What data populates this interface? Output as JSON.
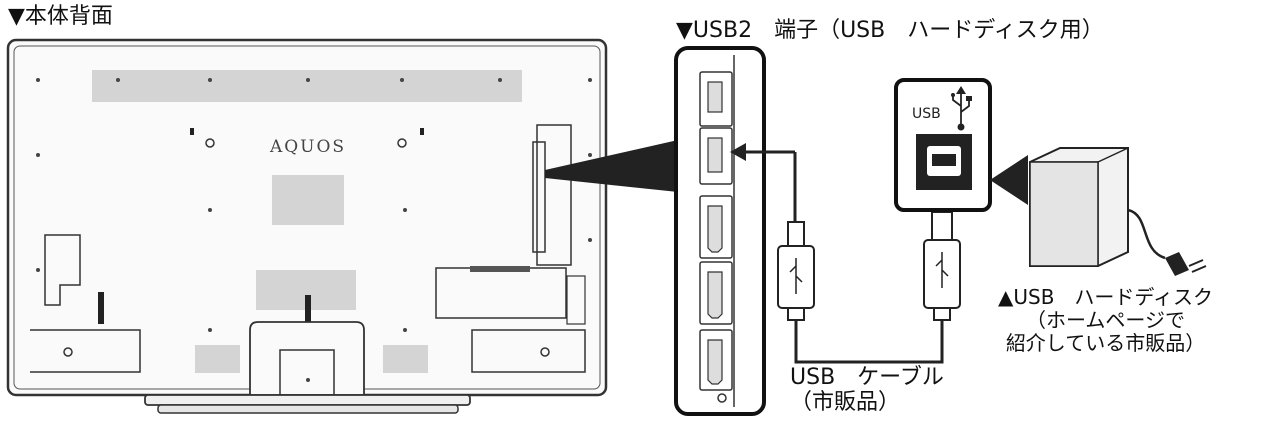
{
  "captions": {
    "tv_back": "▼本体背面",
    "usb_port": "▼USB2　端子（USB　ハードディスク用）",
    "hdd_line1": "▲USB　ハードディスク",
    "hdd_line2": "（ホームページで",
    "hdd_line3": "紹介している市販品）",
    "cable_line1": "USB　ケーブル",
    "cable_line2": "（市販品）"
  },
  "tv": {
    "brand": "AQUOS"
  },
  "hdd_port_label": "USB",
  "icons": [
    "usb-symbol-icon",
    "usb-connector-icon",
    "power-plug-icon",
    "arrow-icon"
  ],
  "colors": {
    "stroke": "#333333",
    "panel_gray": "#d4d4d4",
    "hdd_face": "#f2f2f2",
    "black": "#111111"
  }
}
